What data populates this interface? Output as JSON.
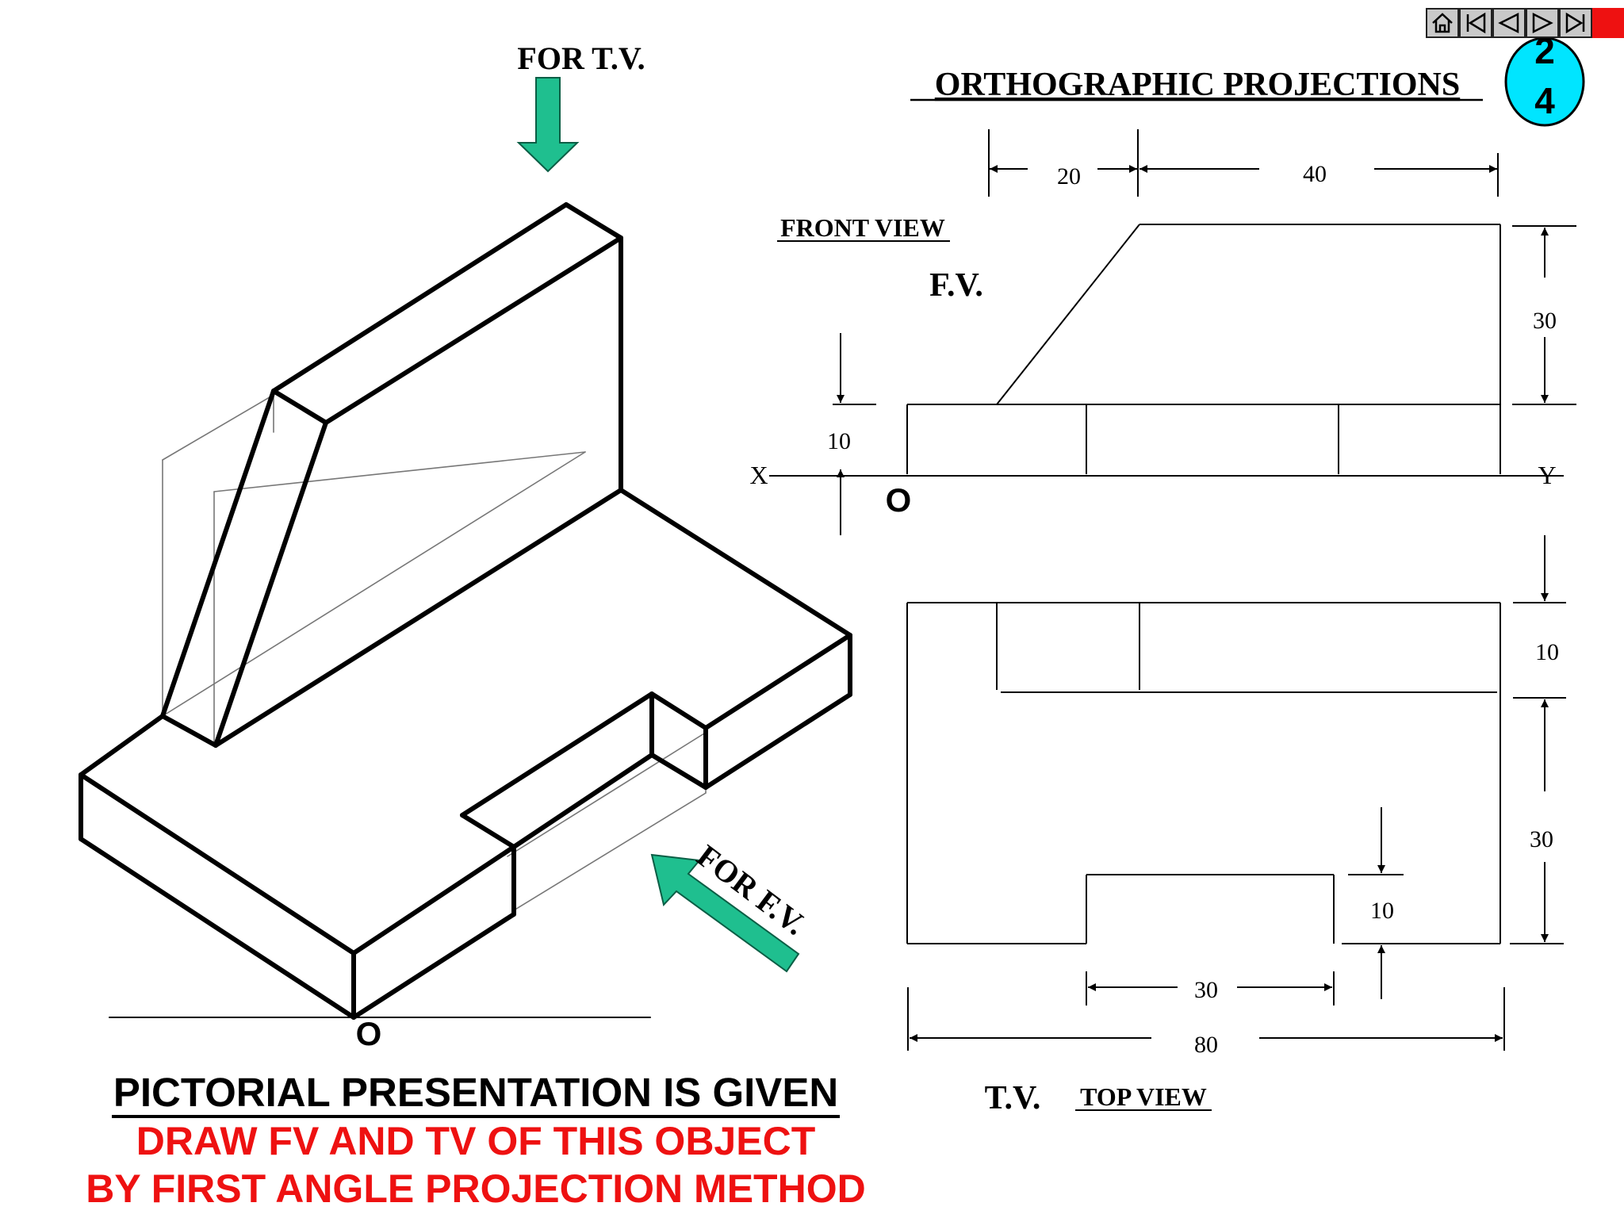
{
  "slide": {
    "title": "ORTHOGRAPHIC PROJECTIONS",
    "slide_number_top": "2",
    "slide_number_bottom": "4"
  },
  "nav": {
    "buttons": [
      "home-icon",
      "first-slide-icon",
      "previous-slide-icon",
      "next-slide-icon",
      "last-slide-icon",
      "exit-icon"
    ]
  },
  "pictorial": {
    "for_tv": "FOR T.V.",
    "for_fv": "FOR F.V.",
    "origin": "O",
    "arrow_color": "#1fbf8f"
  },
  "front_view": {
    "heading": "FRONT VIEW",
    "label": "F.V.",
    "dim_20": "20",
    "dim_40": "40",
    "dim_30": "30",
    "dim_10": "10",
    "x_label": "X",
    "y_label": "Y",
    "origin": "O"
  },
  "top_view": {
    "heading": "TOP VIEW",
    "label": "T.V.",
    "dim_10_right": "10",
    "dim_30_right": "30",
    "dim_10_slot": "10",
    "dim_30_slot": "30",
    "dim_80": "80"
  },
  "captions": {
    "line1": "PICTORIAL PRESENTATION IS GIVEN",
    "line2": "DRAW FV AND TV OF THIS OBJECT",
    "line3": "BY FIRST ANGLE PROJECTION METHOD"
  },
  "colors": {
    "caption_red": "#ee1111",
    "badge_cyan": "#00e5ff"
  }
}
